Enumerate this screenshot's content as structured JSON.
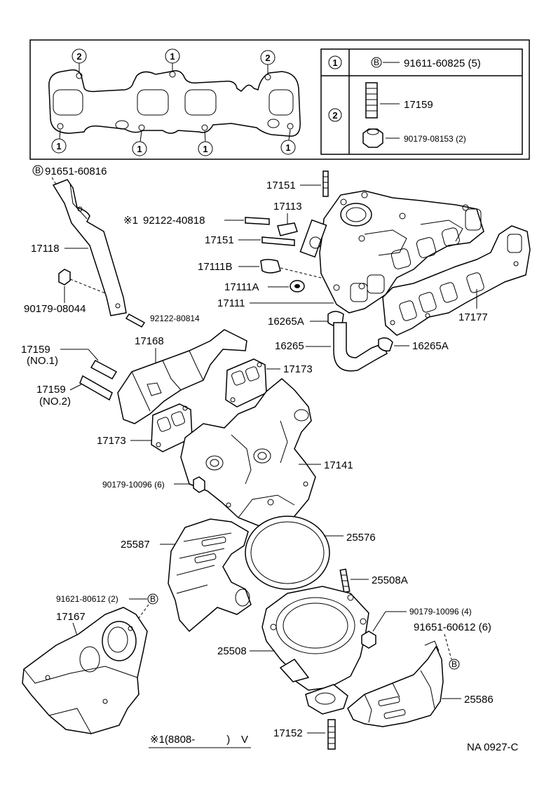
{
  "inset": {
    "legend": {
      "row1_marker": "1",
      "row1_bullet": "B",
      "row1_part": "91611-60825 (5)",
      "row2_marker": "2",
      "row2_part_stud": "17159",
      "row2_part_nut": "90179-08153 (2)"
    },
    "gasket_markers": {
      "top_left": "2",
      "top_center": "1",
      "top_right": "2",
      "bottom_1": "1",
      "bottom_2": "1",
      "bottom_3": "1",
      "bottom_4": "1"
    }
  },
  "labels": {
    "bolt_b_top": "91651-60816",
    "bolt_b_top_bullet": "B",
    "stud_17151_top": "17151",
    "stud_17113": "17113",
    "stud_92122_40818_prefix": "※1",
    "stud_92122_40818": "92122-40818",
    "stud_17151_mid": "17151",
    "bracket_17118": "17118",
    "insulator_17111b": "17111B",
    "insulator_17111a": "17111A",
    "manifold_17111": "17111",
    "gasket_17177": "17177",
    "nut_90179_08044": "90179-08044",
    "stud_92122_80814": "92122-80814",
    "clamp_16265a_top": "16265A",
    "hose_16265": "16265",
    "clamp_16265a_right": "16265A",
    "stud_17159_no1": "17159",
    "stud_17159_no1_sub": "(NO.1)",
    "insulator_17168": "17168",
    "gasket_17173_top": "17173",
    "stud_17159_no2": "17159",
    "stud_17159_no2_sub": "(NO.2)",
    "gasket_17173_left": "17173",
    "exhaust_17141": "17141",
    "nut_90179_10096_6": "90179-10096 (6)",
    "insulator_25587": "25587",
    "gasket_25576": "25576",
    "stud_25508a": "25508A",
    "bolt_91621_80612": "91621-80612 (2)",
    "bolt_91621_bullet": "B",
    "insulator_17167": "17167",
    "nut_90179_10096_4": "90179-10096 (4)",
    "bolt_91651_60612": "91651-60612 (6)",
    "bolt_91651_bullet": "B",
    "converter_25508": "25508",
    "insulator_25586": "25586",
    "stud_17152": "17152",
    "footnote": "※1(8808-　　　)",
    "footnote_suffix": "V",
    "diagram_code": "NA  0927-C"
  }
}
